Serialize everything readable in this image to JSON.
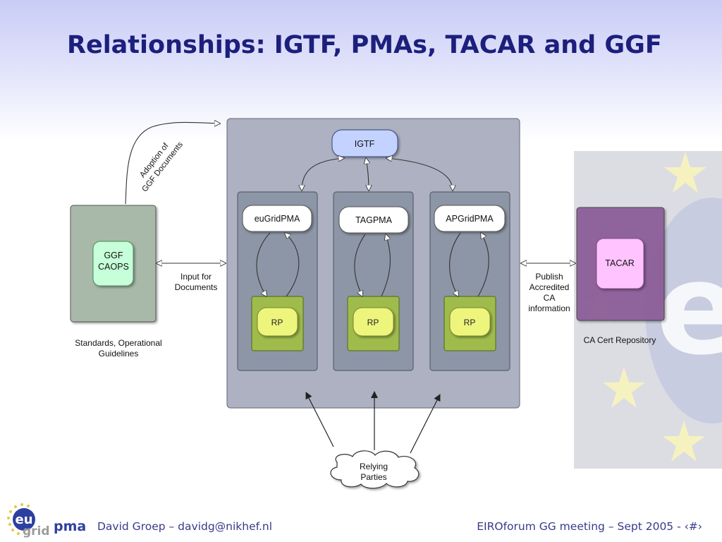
{
  "slide": {
    "title": "Relationships: IGTF, PMAs, TACAR and GGF"
  },
  "diagram": {
    "igtf": "IGTF",
    "pmas": [
      {
        "name": "euGridPMA",
        "rp": "RP"
      },
      {
        "name": "TAGPMA",
        "rp": "RP"
      },
      {
        "name": "APGridPMA",
        "rp": "RP"
      }
    ],
    "ggf": {
      "line1": "GGF",
      "line2": "CAOPS"
    },
    "ggf_caption": {
      "line1": "Standards, Operational",
      "line2": "Guidelines"
    },
    "adoption_label": {
      "line1": "Adoption of",
      "line2": "GGF Documents"
    },
    "input_label": {
      "line1": "Input for",
      "line2": "Documents"
    },
    "publish_label": {
      "line1": "Publish",
      "line2": "Accredited",
      "line3": "CA",
      "line4": "information"
    },
    "tacar": "TACAR",
    "tacar_caption": "CA Cert Repository",
    "relying": {
      "line1": "Relying",
      "line2": "Parties"
    }
  },
  "footer": {
    "author": "David Groep – davidg@nikhef.nl",
    "event": "EIROforum GG meeting – Sept 2005 - ‹#›"
  },
  "logo": {
    "eu": "eu",
    "grid": "grid",
    "pma": "pma"
  },
  "colors": {
    "title": "#1c1f7c",
    "igtf_fill": "#c3d2ff",
    "rp_fill": "#eef57d",
    "rp_box": "#9fbb4c",
    "ggf_fill": "#c6ffd9",
    "tacar_fill": "#ffc3ff",
    "tacar_box": "#8c5d99"
  }
}
